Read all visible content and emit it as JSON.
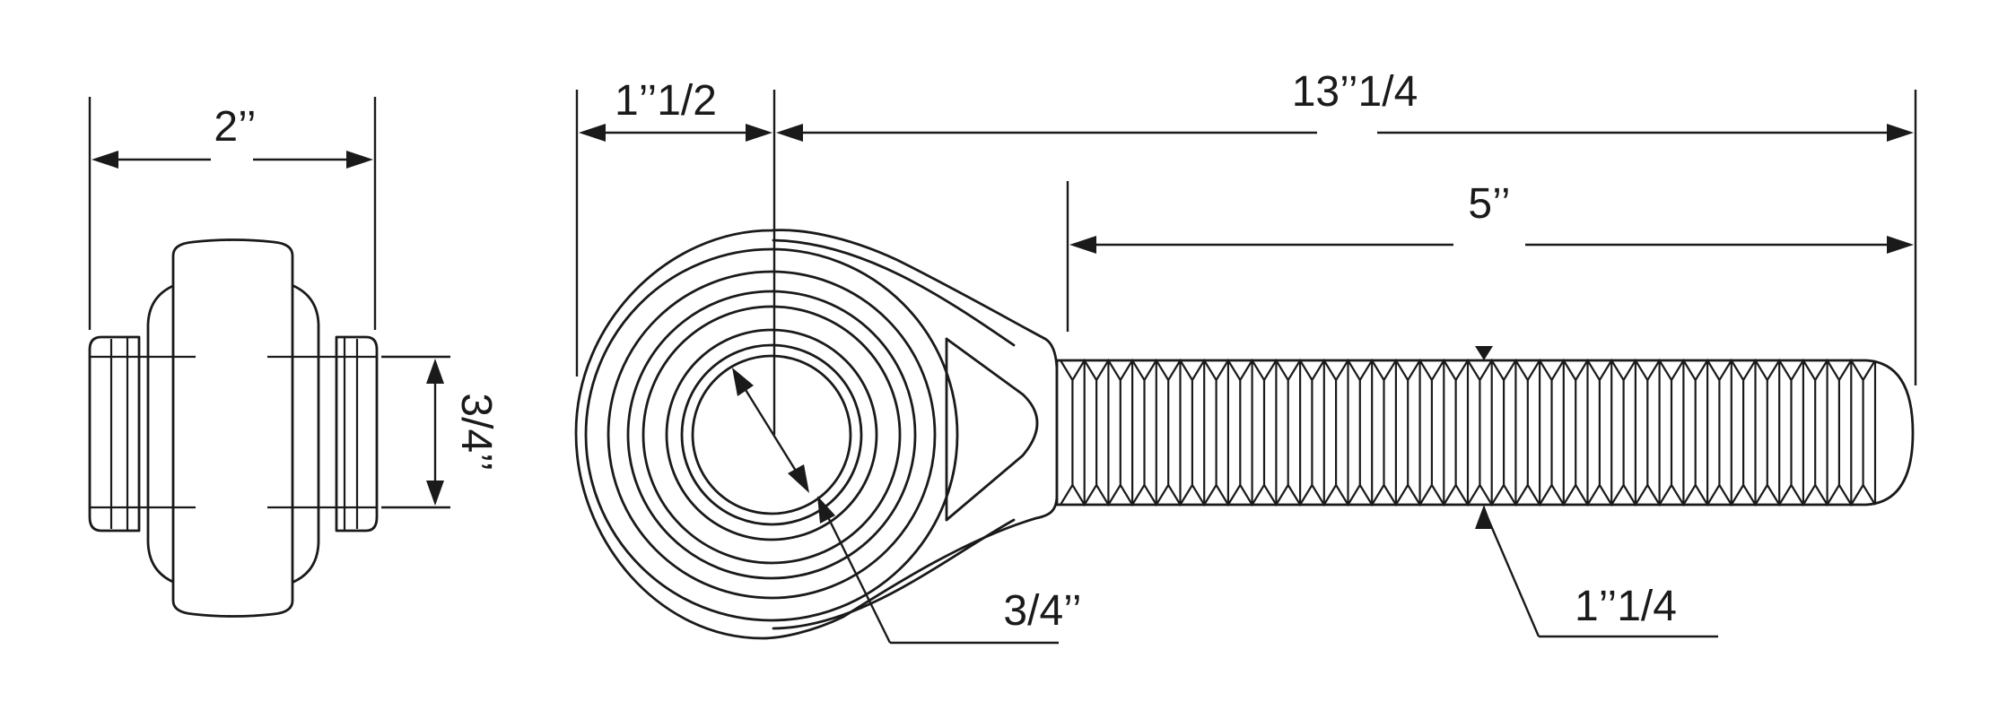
{
  "colors": {
    "line": "#1a1a1a",
    "background": "#ffffff"
  },
  "dimensions": {
    "side_width": "2’’",
    "side_bore": "3/4’’",
    "eye_offset": "1’’1/2",
    "overall_length": "13’’1/4",
    "thread_length": "5’’",
    "bore_diameter": "3/4’’",
    "thread_diameter": "1’’1/4"
  },
  "thread": {
    "teeth": 34
  }
}
